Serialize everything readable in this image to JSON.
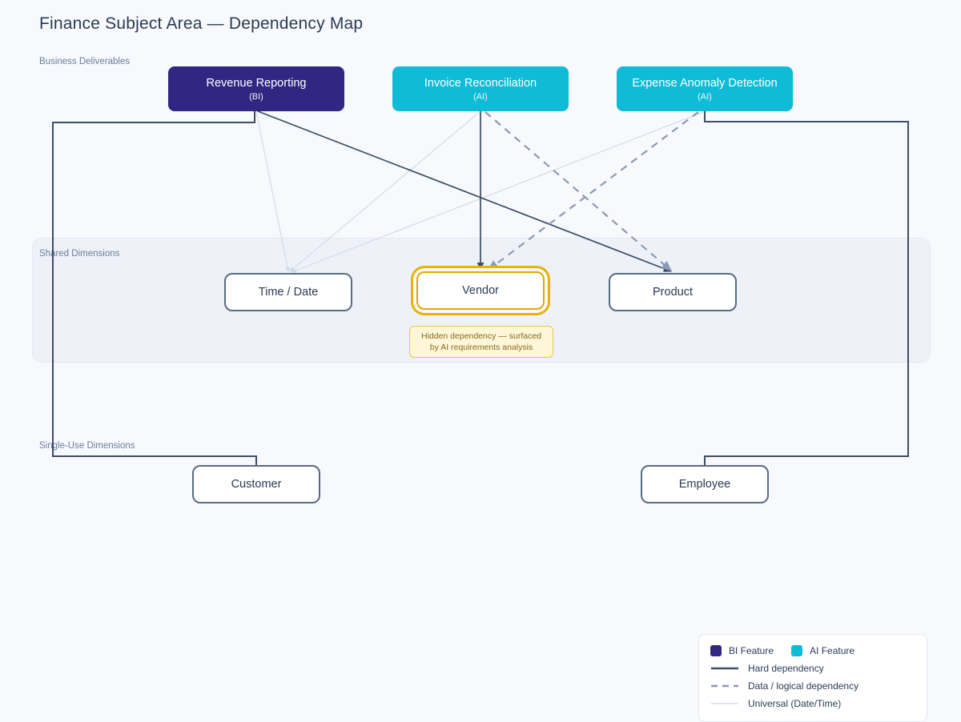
{
  "page": {
    "title": "Finance Subject Area — Dependency Map",
    "background": "#f7f9fc"
  },
  "bands": [
    {
      "id": "business",
      "label": "Business Deliverables"
    },
    {
      "id": "shared",
      "label": "Shared Dimensions"
    },
    {
      "id": "single",
      "label": "Single-Use Dimensions"
    }
  ],
  "colors": {
    "bi_feature": "#312783",
    "ai_feature": "#0fbbd6",
    "dimension_border": "#5a6b85",
    "highlight_ring": "#e8b20b",
    "hard_dependency": "#3d4e66",
    "data_dependency": "#8b9ab3",
    "universal_dependency": "#ccd7e6",
    "note_text": "#8a6a1a",
    "note_fill": "#fdf6d9",
    "panel_fill": "#eef2f8"
  },
  "deliverables": [
    {
      "id": "revenue-reporting",
      "title": "Revenue Reporting",
      "subtitle": "(BI)",
      "kind": "BI"
    },
    {
      "id": "invoice-reconciliation",
      "title": "Invoice Reconciliation",
      "subtitle": "(AI)",
      "kind": "AI"
    },
    {
      "id": "expense-anomaly-detection",
      "title": "Expense Anomaly Detection",
      "subtitle": "(AI)",
      "kind": "AI"
    }
  ],
  "shared_dimensions": [
    {
      "id": "time-date",
      "label": "Time / Date",
      "highlighted": false
    },
    {
      "id": "vendor",
      "label": "Vendor",
      "highlighted": true
    },
    {
      "id": "product",
      "label": "Product",
      "highlighted": false
    }
  ],
  "single_use_dimensions": [
    {
      "id": "customer",
      "label": "Customer"
    },
    {
      "id": "employee",
      "label": "Employee"
    }
  ],
  "annotations": {
    "vendor_note_line1": "Hidden dependency — surfaced",
    "vendor_note_line2": "by AI requirements analysis"
  },
  "legend": {
    "swatches": [
      {
        "id": "bi",
        "label": "BI Feature",
        "color": "#312783"
      },
      {
        "id": "ai",
        "label": "AI Feature",
        "color": "#0fbbd6"
      }
    ],
    "lines": [
      {
        "id": "hard",
        "label": "Hard dependency",
        "style": "solid",
        "color": "#3d4e66"
      },
      {
        "id": "data",
        "label": "Data / logical dependency",
        "style": "dashed",
        "color": "#8b9ab3"
      },
      {
        "id": "universal",
        "label": "Universal (Date/Time)",
        "style": "thin",
        "color": "#ccd7e6"
      }
    ]
  },
  "edges": [
    {
      "from": "revenue-reporting",
      "to": "customer",
      "type": "hard",
      "route": "orthogonal-left"
    },
    {
      "from": "revenue-reporting",
      "to": "product",
      "type": "hard",
      "route": "direct"
    },
    {
      "from": "revenue-reporting",
      "to": "time-date",
      "type": "universal",
      "route": "direct"
    },
    {
      "from": "invoice-reconciliation",
      "to": "vendor",
      "type": "hard",
      "route": "direct"
    },
    {
      "from": "invoice-reconciliation",
      "to": "product",
      "type": "data",
      "route": "direct"
    },
    {
      "from": "invoice-reconciliation",
      "to": "time-date",
      "type": "universal",
      "route": "direct"
    },
    {
      "from": "expense-anomaly-detection",
      "to": "vendor",
      "type": "data",
      "route": "direct"
    },
    {
      "from": "expense-anomaly-detection",
      "to": "time-date",
      "type": "universal",
      "route": "direct"
    },
    {
      "from": "expense-anomaly-detection",
      "to": "employee",
      "type": "hard",
      "route": "orthogonal-right"
    }
  ]
}
